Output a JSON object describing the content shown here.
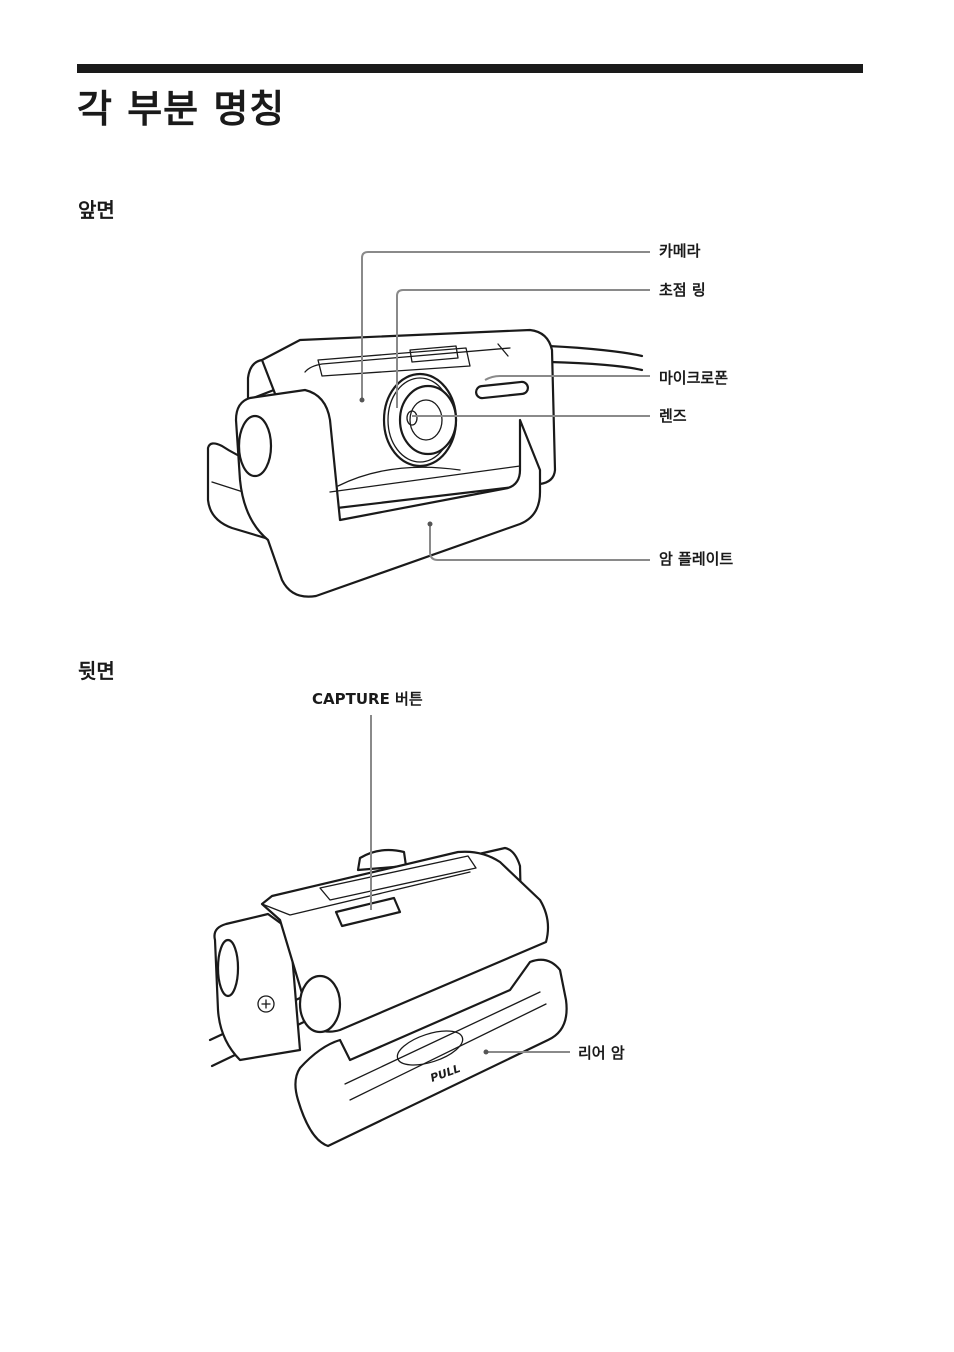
{
  "page": {
    "title": "각 부분 명칭"
  },
  "front": {
    "heading": "앞면",
    "labels": {
      "camera": "카메라",
      "focus_ring": "초점 링",
      "microphone": "마이크로폰",
      "lens": "렌즈",
      "arm_plate": "암 플레이트"
    }
  },
  "rear": {
    "heading": "뒷면",
    "labels": {
      "capture_button": "CAPTURE 버튼",
      "rear_arm": "리어 암"
    },
    "engraving": "PULL"
  }
}
